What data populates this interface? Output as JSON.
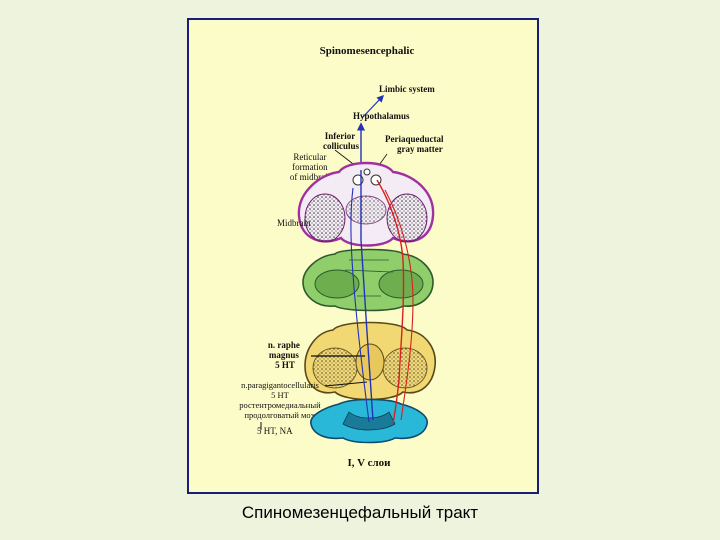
{
  "diagram": {
    "title": "Spinomesencephalic",
    "labels": {
      "limbic": "Limbic system",
      "hypothalamus": "Hypothalamus",
      "inferior_colliculus": [
        "Inferior",
        "colliculus"
      ],
      "periaqueductal": [
        "Periaqueductal",
        "gray matter"
      ],
      "reticular": [
        "Reticular",
        "formation",
        "of midbrain"
      ],
      "midbrain": "Midbrain",
      "raphe": [
        "n. raphe",
        "magnus",
        "5 HT"
      ],
      "paragigantocellularis": [
        "n.paragigantocellularis",
        "5 HT",
        "ростентромедиальный",
        "продолговатый мозг"
      ],
      "transmitters": "5 HT, NA",
      "layers": "I, V слои"
    },
    "colors": {
      "frame_border": "#1c1c7a",
      "panel_bg": "#fcfcc8",
      "midbrain_outline": "#a030a0",
      "pons_fill": "#8fce6a",
      "medulla_fill": "#f2d873",
      "spinal_fill": "#2ab8d8",
      "blue_tract": "#2432b8",
      "red_tract": "#d82020"
    }
  },
  "caption": "Спиномезенцефальный тракт"
}
